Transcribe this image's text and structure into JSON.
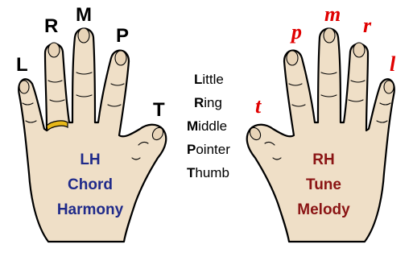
{
  "left_hand": {
    "finger_letters": [
      "L",
      "R",
      "M",
      "P",
      "T"
    ],
    "label_lines": [
      "LH",
      "Chord",
      "Harmony"
    ],
    "label_color": "#1f2a8a",
    "ring_color": "#e8b818"
  },
  "right_hand": {
    "finger_letters": [
      "t",
      "p",
      "m",
      "r",
      "l"
    ],
    "label_lines": [
      "RH",
      "Tune",
      "Melody"
    ],
    "label_color": "#8a1414",
    "letter_color": "#e00000"
  },
  "legend": [
    {
      "initial": "L",
      "rest": "ittle"
    },
    {
      "initial": "R",
      "rest": "ing"
    },
    {
      "initial": "M",
      "rest": "iddle"
    },
    {
      "initial": "P",
      "rest": "ointer"
    },
    {
      "initial": "T",
      "rest": "humb"
    }
  ],
  "skin_color": "#efdfc7"
}
